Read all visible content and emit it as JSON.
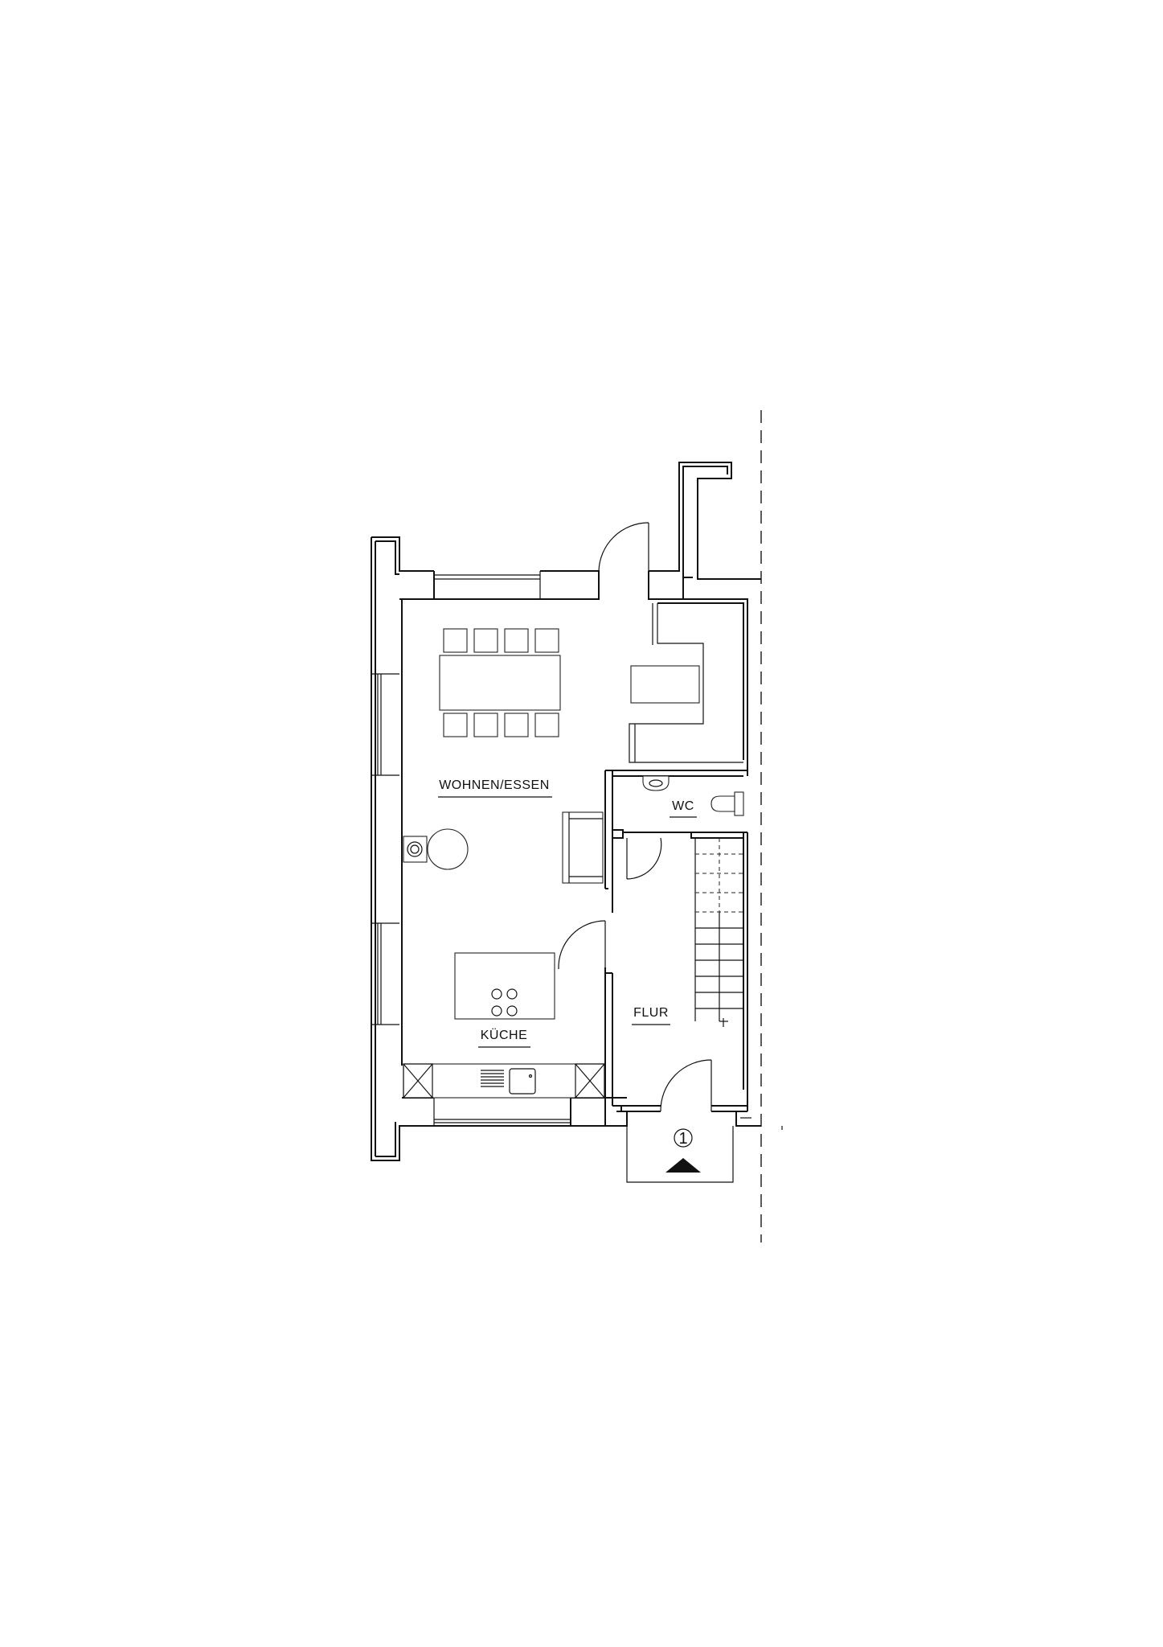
{
  "rooms": {
    "wohnen_essen": "WOHNEN/ESSEN",
    "wc": "WC",
    "kueche": "KÜCHE",
    "flur": "FLUR"
  },
  "entry": {
    "number": "1"
  },
  "colors": {
    "line": "#111111",
    "background": "#ffffff"
  }
}
